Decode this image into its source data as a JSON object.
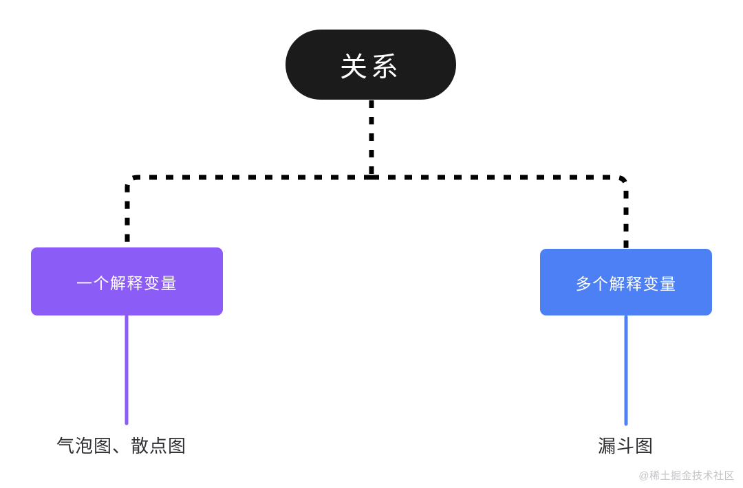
{
  "diagram": {
    "type": "tree",
    "background_color": "#ffffff",
    "root": {
      "label": "关系",
      "fill": "#1b1b1b",
      "text_color": "#ffffff",
      "shape": "pill"
    },
    "branches": [
      {
        "label": "一个解释变量",
        "fill": "#8b5cf6",
        "text_color": "#ffffff",
        "shape": "rounded-rect",
        "side": "left",
        "connector_style": "dashed",
        "connector_color": "#000000",
        "leaf": {
          "label": "气泡图、散点图",
          "text_color": "#2e2e33",
          "stem_color": "#8b5cf6",
          "stem_style": "solid"
        }
      },
      {
        "label": "多个解释变量",
        "fill": "#4e80f5",
        "text_color": "#ffffff",
        "shape": "rounded-rect",
        "side": "right",
        "connector_style": "dashed",
        "connector_color": "#000000",
        "leaf": {
          "label": "漏斗图",
          "text_color": "#2e2e33",
          "stem_color": "#4e80f5",
          "stem_style": "solid"
        }
      }
    ]
  },
  "watermark": {
    "text": "@稀土掘金技术社区",
    "color": "#c3c3c8"
  }
}
